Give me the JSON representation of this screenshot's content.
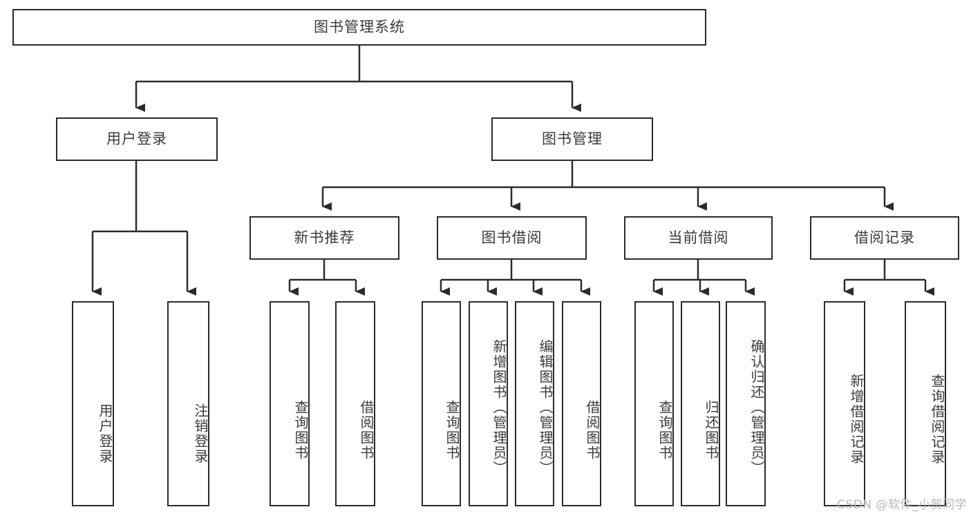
{
  "diagram": {
    "title": "图书管理系统",
    "root": {
      "label": "图书管理系统"
    },
    "level2": [
      {
        "label": "用户登录"
      },
      {
        "label": "图书管理"
      }
    ],
    "level3": [
      {
        "label": "新书推荐"
      },
      {
        "label": "图书借阅"
      },
      {
        "label": "当前借阅"
      },
      {
        "label": "借阅记录"
      }
    ],
    "leaves": {
      "user_login": [
        {
          "label": "用户登录"
        },
        {
          "label": "注销登录"
        }
      ],
      "new_book_recommend": [
        {
          "label": "查询图书"
        },
        {
          "label": "借阅图书"
        }
      ],
      "book_borrow": [
        {
          "label": "查询图书"
        },
        {
          "label": "新增图书（管理员）"
        },
        {
          "label": "编辑图书（管理员）"
        },
        {
          "label": "借阅图书"
        }
      ],
      "current_borrow": [
        {
          "label": "查询图书"
        },
        {
          "label": "归还图书"
        },
        {
          "label": "确认归还（管理员）"
        }
      ],
      "borrow_record": [
        {
          "label": "新增借阅记录"
        },
        {
          "label": "查询借阅记录"
        }
      ]
    }
  },
  "watermark": {
    "text": "CSDN @软件_小贺同学"
  },
  "colors": {
    "border": "#2b2b2b",
    "text": "#3a3a3a",
    "background": "#ffffff",
    "watermark": "#b8b8b8"
  }
}
